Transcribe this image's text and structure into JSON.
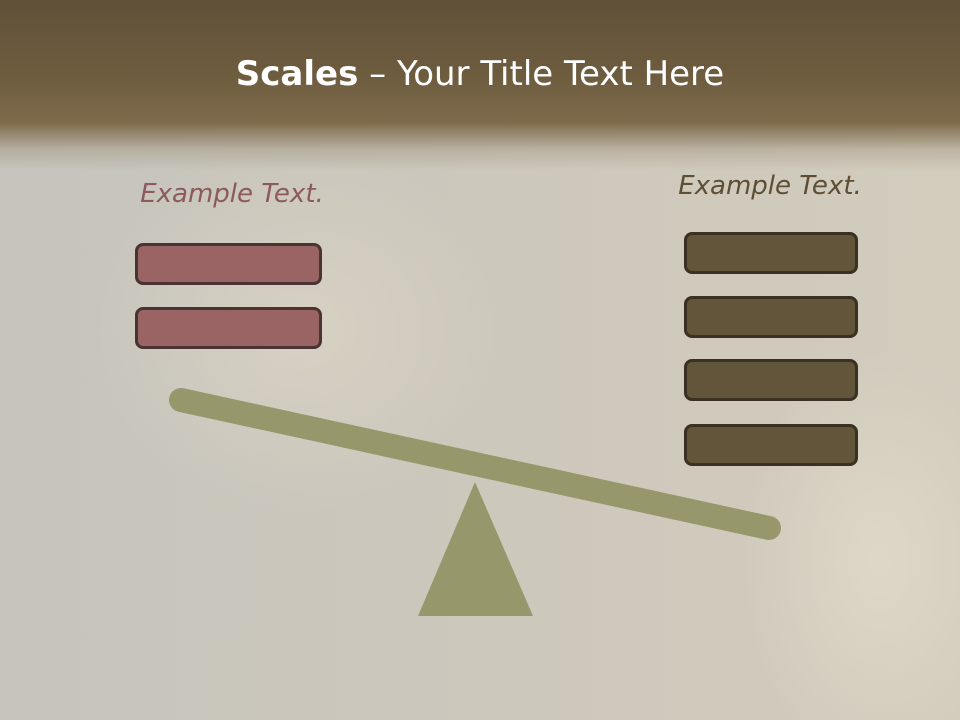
{
  "slide": {
    "title_bold": "Scales",
    "title_rest": " – Your Title Text Here"
  },
  "left": {
    "label": "Example Text.",
    "box_count": 2,
    "box_color": "#9a6464"
  },
  "right": {
    "label": "Example Text.",
    "box_count": 4,
    "box_color": "#62553a"
  },
  "scale": {
    "beam_color": "#96976a",
    "fulcrum_color": "#96976a"
  }
}
